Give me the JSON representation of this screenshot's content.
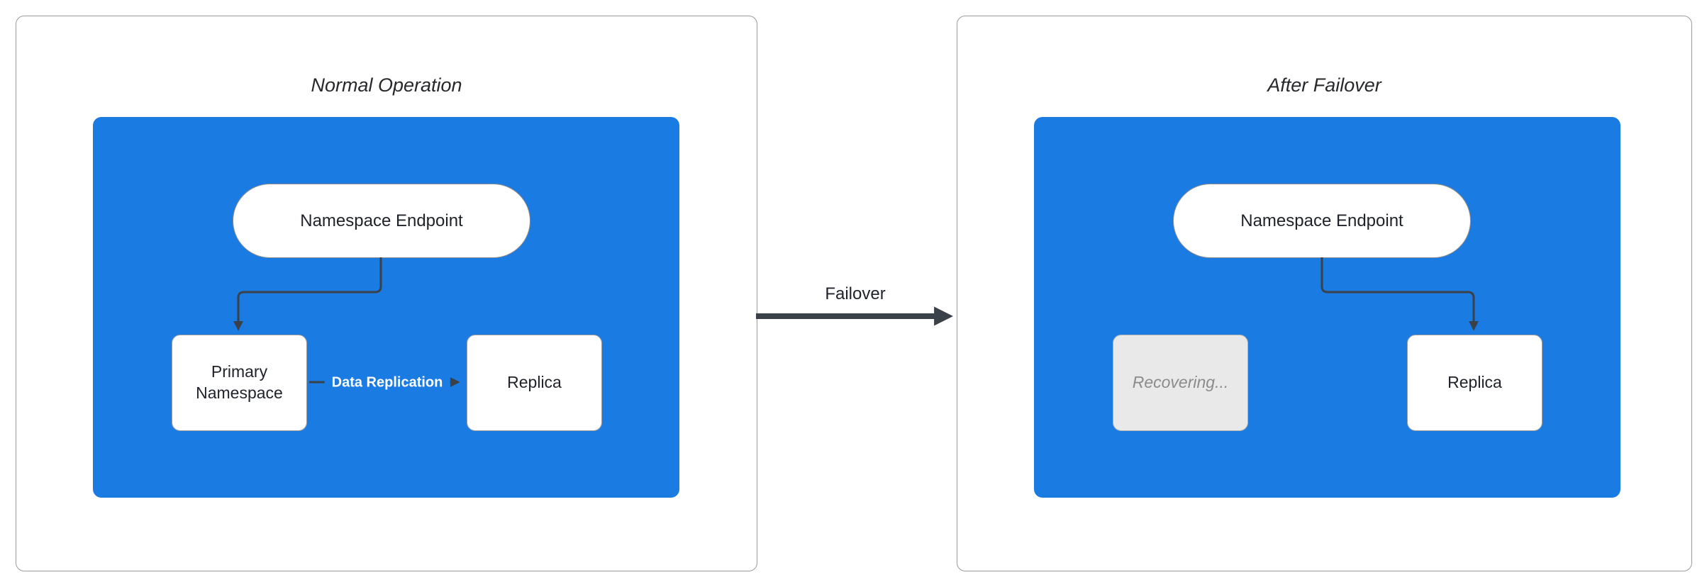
{
  "diagram": {
    "transition_label": "Failover",
    "panels": [
      {
        "title": "Normal Operation",
        "endpoint_label": "Namespace Endpoint",
        "edge_label": "Data Replication",
        "nodes": [
          {
            "label": "Primary Namespace"
          },
          {
            "label": "Replica"
          }
        ]
      },
      {
        "title": "After Failover",
        "endpoint_label": "Namespace Endpoint",
        "nodes": [
          {
            "label": "Recovering..."
          },
          {
            "label": "Replica"
          }
        ]
      }
    ],
    "colors": {
      "group_fill": "#1A7CE2",
      "connector": "#3A4149",
      "node_fill": "#FFFFFF",
      "recovering_fill": "#E9E9E9",
      "recovering_text": "#8B8B8B",
      "panel_border": "#9B9B9B",
      "edge_label_text": "#FFFFFF",
      "text": "#1F2329"
    }
  }
}
